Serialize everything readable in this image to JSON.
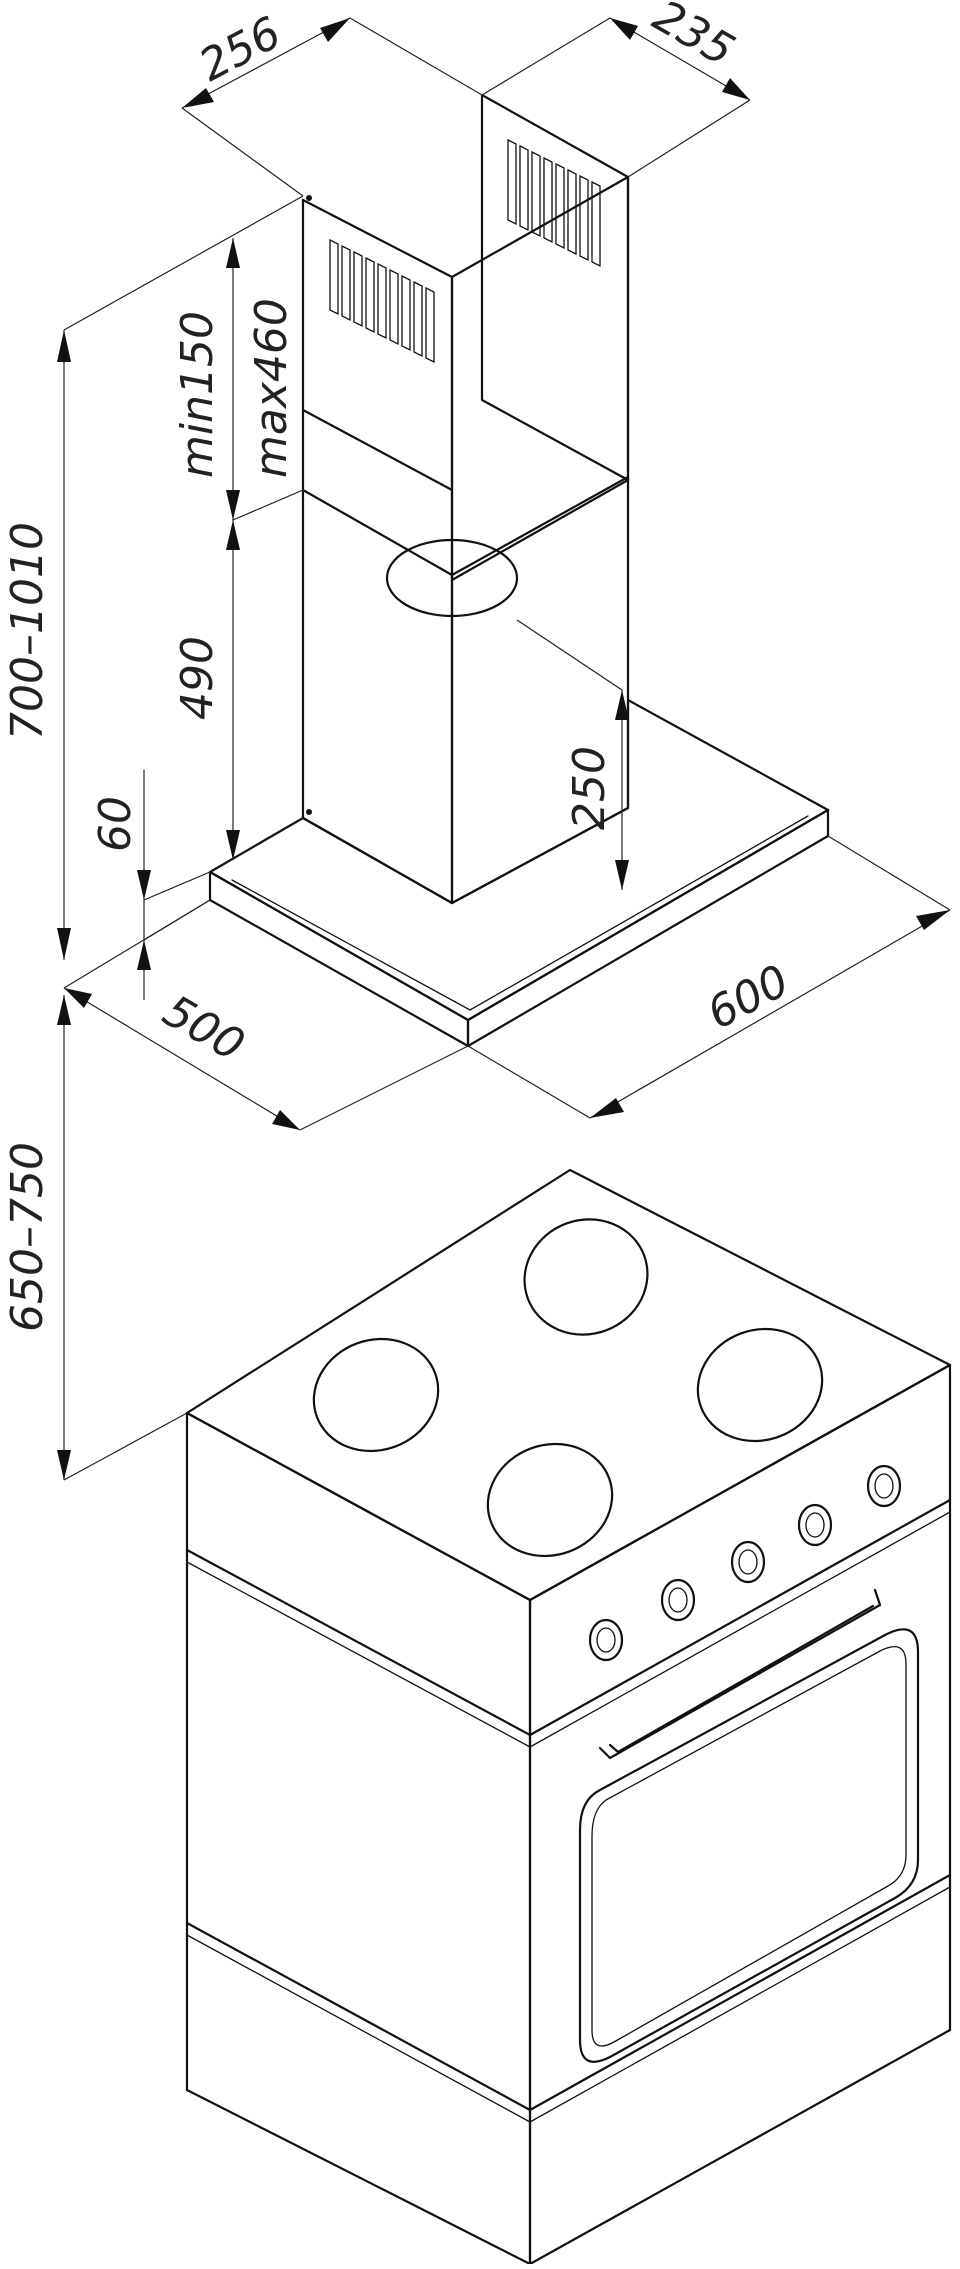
{
  "dimensions": {
    "chimney_width": "256",
    "chimney_depth": "235",
    "min_extension": "min150",
    "max_extension": "max460",
    "total_height": "700–1010",
    "lower_chimney_height": "490",
    "outlet_height": "250",
    "canopy_thickness": "60",
    "canopy_depth": "500",
    "canopy_width": "600",
    "mount_height": "650–750"
  },
  "colors": {
    "line": "#111111",
    "background": "#ffffff"
  }
}
